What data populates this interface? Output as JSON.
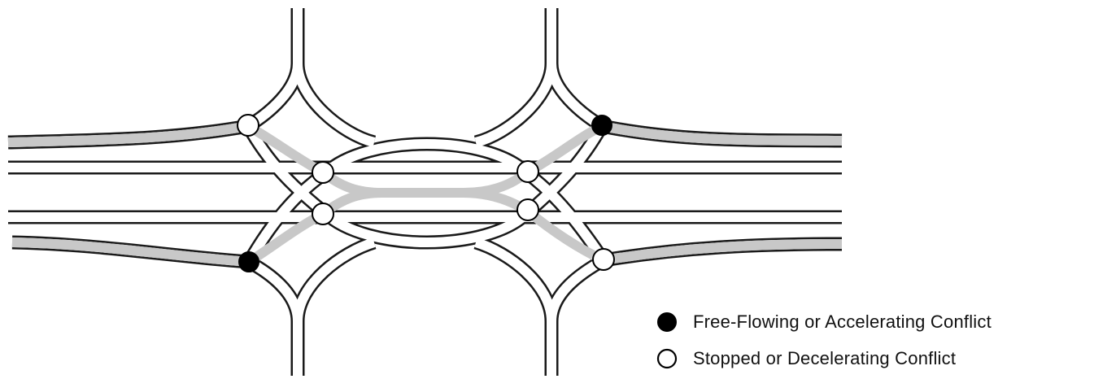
{
  "legend": {
    "items": [
      {
        "symbol": "filled-circle",
        "label": "Free-Flowing or Accelerating Conflict",
        "color": "#000000"
      },
      {
        "symbol": "open-circle",
        "label": "Stopped or Decelerating Conflict",
        "color": "#ffffff"
      }
    ]
  },
  "colors": {
    "road_outline": "#1a1a1a",
    "road_fill": "#ffffff",
    "route_highlight": "#c8c8c8",
    "free_flowing_conflict": "#000000",
    "stopped_conflict": "#ffffff"
  },
  "conflict_points": {
    "free_flowing_count": 2,
    "stopped_count": 6
  }
}
